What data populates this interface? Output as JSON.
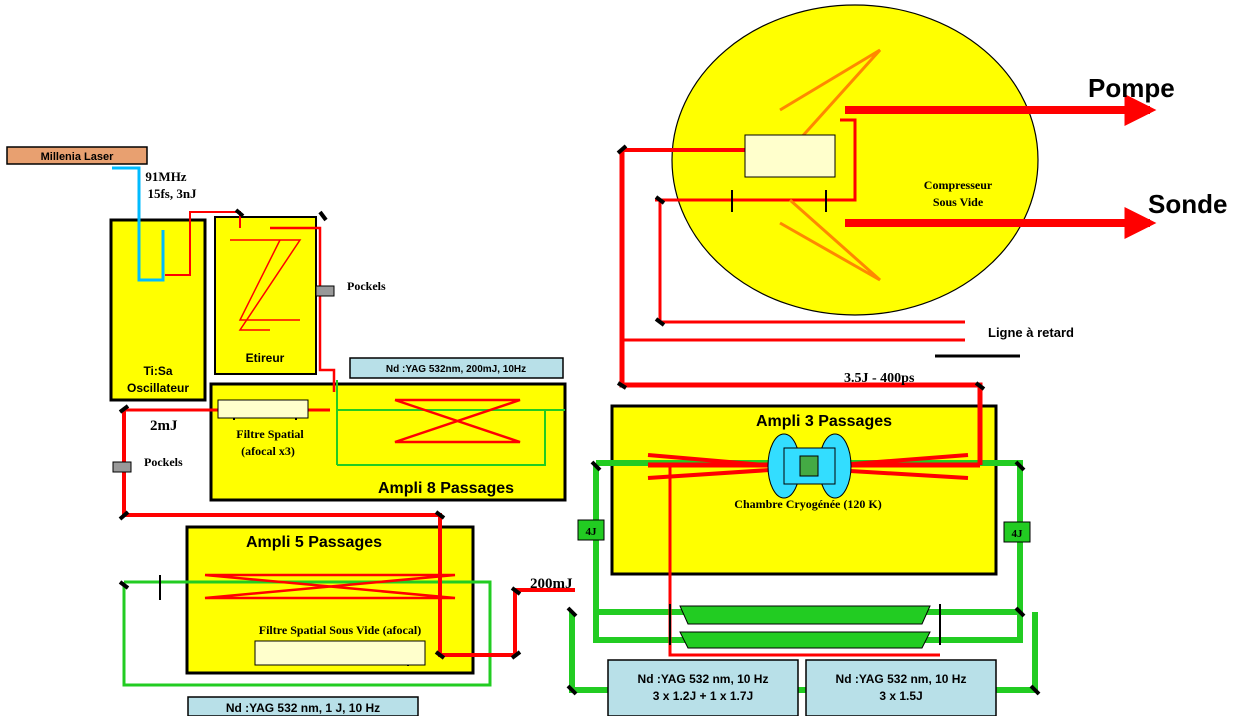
{
  "labels": {
    "millenia": "Millenia Laser",
    "osc_params_1": "91MHz",
    "osc_params_2": "15fs, 3nJ",
    "osc_name_1": "Ti:Sa",
    "osc_name_2": "Oscillateur",
    "stretcher": "Etireur",
    "pockels_top": "Pockels",
    "pockels_left": "Pockels",
    "energy_2mj": "2mJ",
    "spatial_filter_1": "Filtre Spatial",
    "spatial_filter_2": "(afocal x3)",
    "ampli8": "Ampli 8 Passages",
    "yag_ampli8": "Nd :YAG 532nm, 200mJ, 10Hz",
    "ampli5": "Ampli 5 Passages",
    "spatial_filter_vacuum": "Filtre Spatial Sous Vide (afocal)",
    "yag_ampli5": "Nd :YAG  532 nm, 1 J, 10 Hz",
    "energy_200mj": "200mJ",
    "ampli3": "Ampli 3 Passages",
    "cryo_chamber": "Chambre Cryogénée (120 K)",
    "energy_4j_left": "4J",
    "energy_4j_right": "4J",
    "energy_35j": "3.5J - 400ps",
    "yag_ampli3_a_1": "Nd :YAG  532 nm, 10 Hz",
    "yag_ampli3_a_2": "3 x 1.2J   +   1 x 1.7J",
    "yag_ampli3_b_1": "Nd :YAG  532 nm, 10 Hz",
    "yag_ampli3_b_2": "3 x 1.5J",
    "compressor_1": "Compresseur",
    "compressor_2": "Sous Vide",
    "delay_line": "Ligne à retard",
    "pump": "Pompe",
    "probe": "Sonde"
  },
  "colors": {
    "beam_red": "#ff0000",
    "beam_green": "#22cc22",
    "beam_cyan": "#00bbff",
    "amp_yellow": "#ffff00",
    "yag_box": "#b8e0e8",
    "laser_box": "#e8a070",
    "cryo_cyan": "#33ddff"
  }
}
